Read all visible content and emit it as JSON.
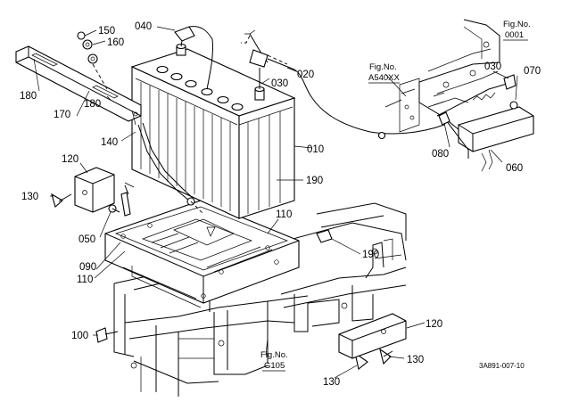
{
  "labels": {
    "p150": "150",
    "p160": "160",
    "p040": "040",
    "p030a": "030",
    "p020": "020",
    "p180a": "180",
    "p170": "170",
    "p180b": "180",
    "p140": "140",
    "p010": "010",
    "p190a": "190",
    "p120a": "120",
    "p130a": "130",
    "p050": "050",
    "p110a": "110",
    "p190b": "190",
    "p090": "090",
    "p110b": "110",
    "p100": "100",
    "p120b": "120",
    "p130b": "130",
    "p130c": "130",
    "p030b": "030",
    "p070": "070",
    "p080": "080",
    "p060": "060"
  },
  "figrefs": {
    "f1_title": "Fig.No.",
    "f1_num": "0001",
    "f2_title": "Fig.No.",
    "f2_num": "A540XX",
    "f3_title": "Fig.No.",
    "f3_num": "G105"
  },
  "drawing_code": "3A891-007-10"
}
